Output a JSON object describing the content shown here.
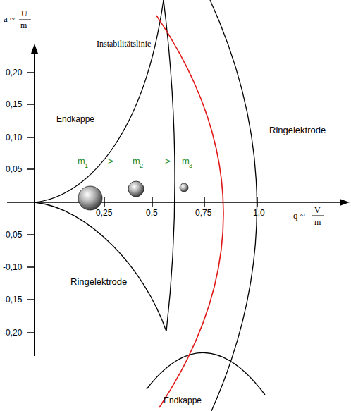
{
  "diagram": {
    "labels": [
      "a ~",
      "U",
      "m",
      "0,20",
      "0,15",
      "0,10",
      "0,05",
      "-0,05",
      "-0,10",
      "-0,15",
      "-0,20",
      "Instabilitätslinie",
      "Endkappe",
      "Ringelektrode",
      "m",
      "1",
      ">",
      "m",
      "2",
      ">",
      "m",
      "3",
      "0,25",
      "0,5",
      "0,75",
      "1,0",
      "q ~",
      "V",
      "m",
      "Ringelektrode",
      "Endkappe"
    ]
  }
}
